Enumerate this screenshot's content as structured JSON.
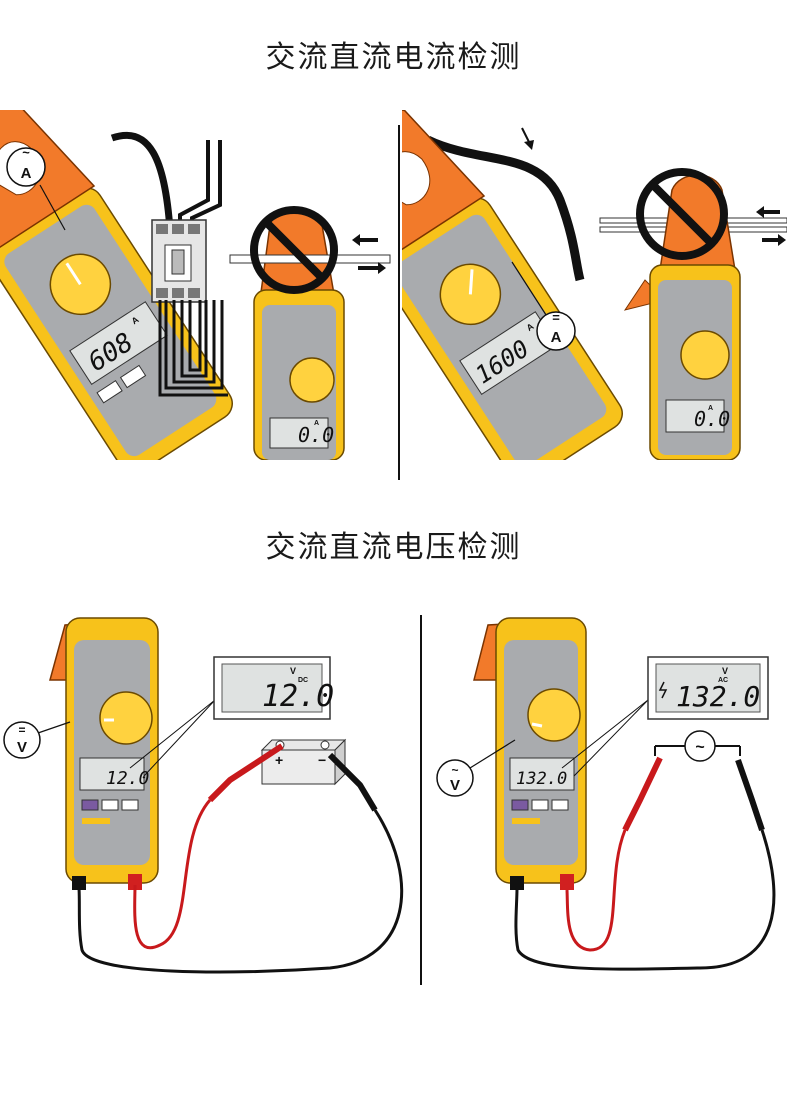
{
  "titles": {
    "current": "交流直流电流检测",
    "voltage": "交流直流电压检测"
  },
  "panels": {
    "ac_current": {
      "symbol": "A",
      "symbol_mark": "~",
      "reading": "608",
      "reading_unit": "A"
    },
    "ac_current_wrong": {
      "reading": "0.0",
      "reading_unit": "A",
      "prohibited": true
    },
    "dc_current": {
      "symbol": "A",
      "symbol_mark": "=",
      "reading": "1600",
      "reading_unit": "A"
    },
    "dc_current_wrong": {
      "reading": "0.0",
      "reading_unit": "A",
      "prohibited": true
    },
    "dc_voltage": {
      "symbol": "V",
      "symbol_mark": "=",
      "reading": "12.0",
      "zoom_reading": "12.0",
      "zoom_unit": "V",
      "zoom_unit_sub": "DC",
      "battery_plus": "+",
      "battery_minus": "−"
    },
    "ac_voltage": {
      "symbol": "V",
      "symbol_mark": "~",
      "reading": "132.0",
      "zoom_reading": "132.0",
      "zoom_unit": "V",
      "zoom_unit_sub": "AC",
      "source_symbol": "~"
    }
  },
  "colors": {
    "meter_yellow": "#f7c21b",
    "meter_orange": "#f27a2a",
    "meter_gray": "#a9abae",
    "dial_yellow": "#ffd23f",
    "lcd_bg": "#dfe2e1",
    "probe_red": "#c8191c",
    "wire_black": "#111111",
    "prohibited": "#111111"
  },
  "icons": [
    "prohibited-sign-icon",
    "arrow-left-icon",
    "arrow-down-icon",
    "ac-source-icon",
    "battery-icon",
    "hazard-bolt-icon"
  ]
}
